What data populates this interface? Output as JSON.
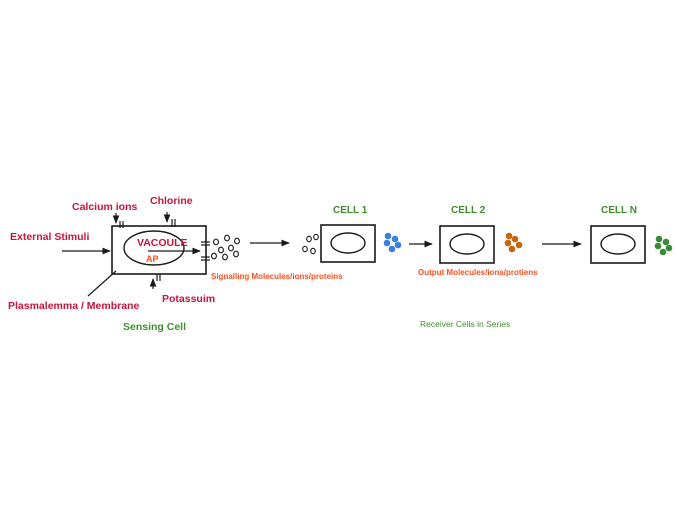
{
  "labels": {
    "external_stimuli": "External Stimuli",
    "calcium_ions": "Calcium ions",
    "chlorine": "Chlorine",
    "potassium": "Potassuim",
    "plasmalemma": "Plasmalemma / Membrane",
    "sensing_cell": "Sensing Cell",
    "vacuole": "VACOULE",
    "ap": "AP",
    "signalling_molecules": "Signalling Molecules/ions/proteins",
    "output_molecules": "Output Molecules/ions/protiens",
    "receiver_cells": "Receiver Cells in Series",
    "cell_1": "CELL 1",
    "cell_2": "CELL 2",
    "cell_n": "CELL N"
  },
  "colors": {
    "red_label": "#c8143c",
    "green_label": "#3f8f2f",
    "orange_label": "#ff4f1f",
    "molecules_cell_1": "#3b7fe0",
    "molecules_cell_2": "#c8650f",
    "molecules_cell_n": "#3a8a3a"
  }
}
